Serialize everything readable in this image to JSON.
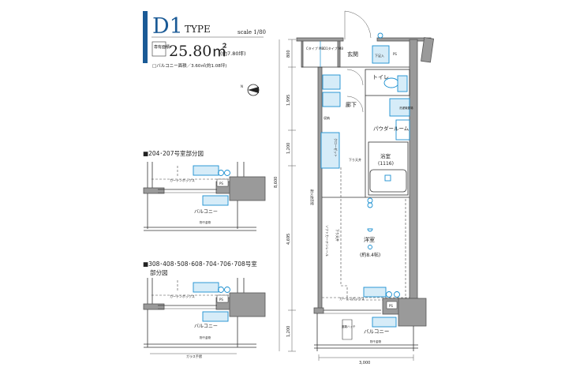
{
  "header": {
    "type_code": "D1",
    "type_label": "TYPE",
    "scale": "scale 1/80",
    "area_label": "専有面積",
    "area_value": "25.80㎡",
    "area_tsubo": "(約7.80坪)",
    "balcony_area": "□バルコニー面積／3.60㎡(約1.08坪)"
  },
  "colors": {
    "accent": "#1a5a96",
    "equipment": "#1a8fd0"
  },
  "main_plan": {
    "dimensions": {
      "d1": "800",
      "d2": "1,995",
      "d3": "1,200",
      "total": "8,600",
      "d4": "4,695",
      "d5": "1,200",
      "width": "3,000"
    },
    "mb_c": "Cタイプ MB",
    "mb_d1": "D1タイプ MB",
    "entrance": "玄関",
    "shoe_box": "下足入",
    "ps": "PS",
    "toilet": "トイレ",
    "hallway": "廊下",
    "powder_room": "パウダールーム",
    "washer": "洗濯機置場",
    "closet": "クローゼット",
    "storage": "収納",
    "lowered_ceiling": "下り天井",
    "bath": "浴室",
    "bath_size": "(1116)",
    "fire_wall": "耐火遮音壁",
    "curtain_rail": "ソフトカーテンレール",
    "western_room": "洋室",
    "western_room_size": "(約8.4帖)",
    "curtain_box": "カーテンボックス",
    "balcony": "バルコニー",
    "evac_hatch": "避難ハッチ",
    "handrail": "物干金物",
    "ps2": "PS"
  },
  "partial_plans": [
    {
      "title": "■204･207号室部分図",
      "curtain_box": "カーテンボックス",
      "ps": "PS",
      "balcony": "バルコニー",
      "handrail": "物干金物"
    },
    {
      "title": "■308･408･508･608･704･706･708号室",
      "title_line2": "部分図",
      "curtain_box": "カーテンボックス",
      "ps": "PS",
      "balcony": "バルコニー",
      "handrail": "物干金物",
      "glass_rail": "ガラス手摺"
    }
  ]
}
